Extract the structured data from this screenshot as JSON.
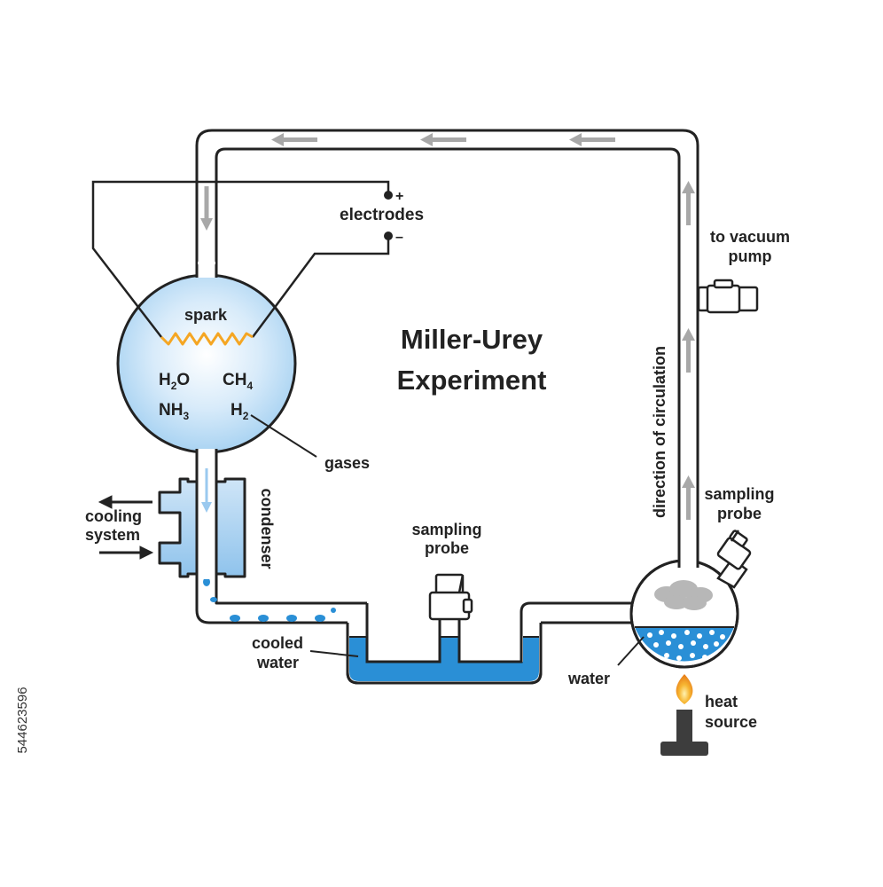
{
  "title_line1": "Miller-Urey",
  "title_line2": "Experiment",
  "labels": {
    "electrodes": "electrodes",
    "plus": "+",
    "minus": "–",
    "spark": "spark",
    "gases": "gases",
    "cooling_line1": "cooling",
    "cooling_line2": "system",
    "condenser": "condenser",
    "cooled_line1": "cooled",
    "cooled_line2": "water",
    "sampling_mid_line1": "sampling",
    "sampling_mid_line2": "probe",
    "sampling_right_line1": "sampling",
    "sampling_right_line2": "probe",
    "vacuum_line1": "to vacuum",
    "vacuum_line2": "pump",
    "direction": "direction of circulation",
    "water": "water",
    "heat_line1": "heat",
    "heat_line2": "source"
  },
  "chemicals": {
    "water": {
      "base": "H",
      "sub": "2",
      "tail": "O"
    },
    "methane": {
      "base": "CH",
      "sub": "4",
      "tail": ""
    },
    "ammonia": {
      "base": "NH",
      "sub": "3",
      "tail": ""
    },
    "hydrogen": {
      "base": "H",
      "sub": "2",
      "tail": ""
    }
  },
  "stock_id": "544623596",
  "colors": {
    "outline": "#222222",
    "water": "#2a8fd6",
    "flask_glow": "#b9dcf5",
    "spark": "#f5a623",
    "arrow_gray": "#a8a8a8",
    "flame": "#f39c12"
  }
}
